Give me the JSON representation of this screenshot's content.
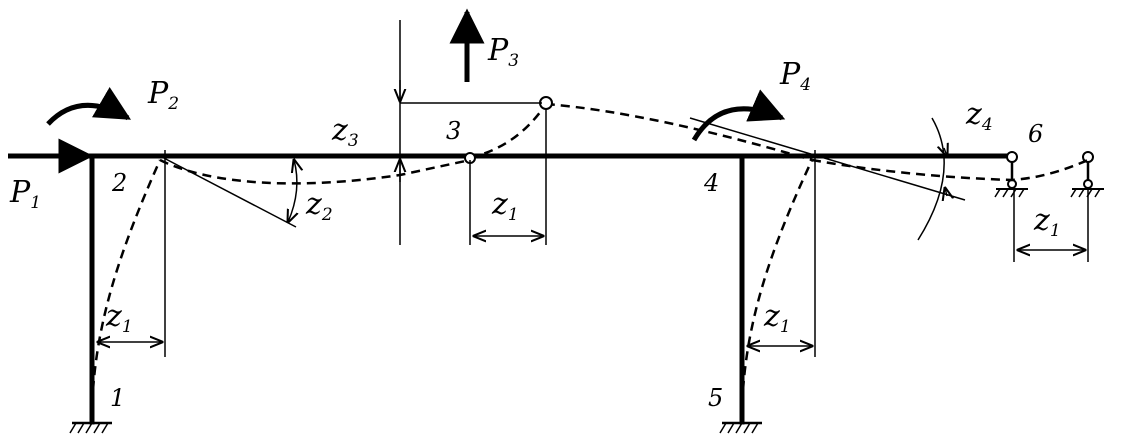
{
  "labels": {
    "load_p1": {
      "main": "P",
      "sub": "1"
    },
    "load_p2": {
      "main": "P",
      "sub": "2"
    },
    "load_p3": {
      "main": "P",
      "sub": "3"
    },
    "load_p4": {
      "main": "P",
      "sub": "4"
    },
    "disp_z1_a": {
      "main": "z",
      "sub": "1"
    },
    "disp_z1_b": {
      "main": "z",
      "sub": "1"
    },
    "disp_z1_c": {
      "main": "z",
      "sub": "1"
    },
    "disp_z1_d": {
      "main": "z",
      "sub": "1"
    },
    "disp_z2": {
      "main": "z",
      "sub": "2"
    },
    "disp_z3": {
      "main": "z",
      "sub": "3"
    },
    "disp_z4": {
      "main": "z",
      "sub": "4"
    }
  },
  "nodes": {
    "n1": "1",
    "n2": "2",
    "n3": "3",
    "n4": "4",
    "n5": "5",
    "n6": "6"
  }
}
